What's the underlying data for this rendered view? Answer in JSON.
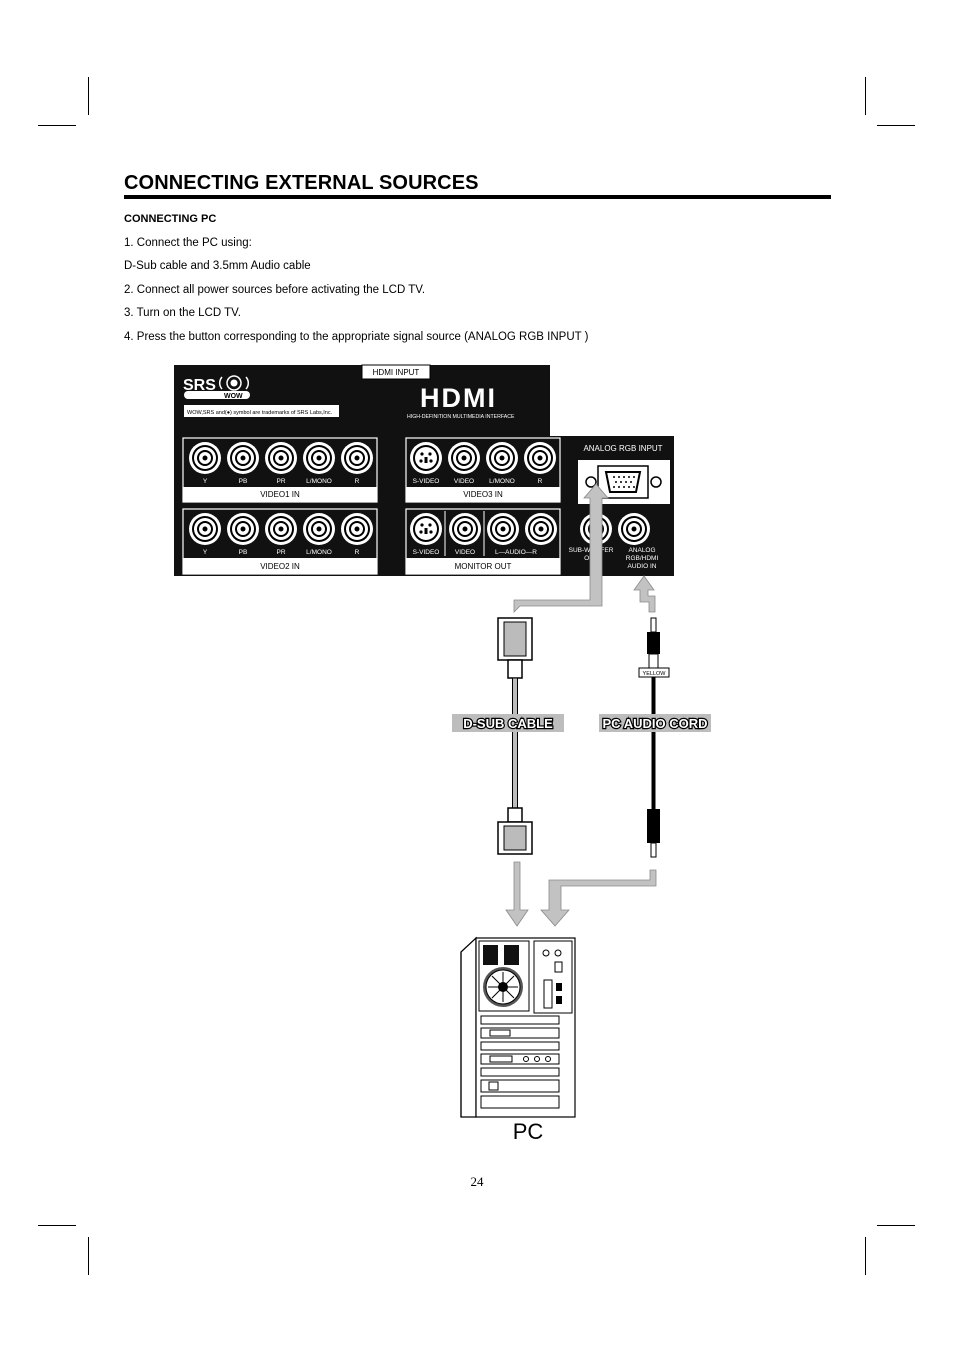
{
  "document": {
    "title": "CONNECTING EXTERNAL SOURCES",
    "section": "CONNECTING PC",
    "steps": [
      "1. Connect the PC using:",
      "D-Sub cable and 3.5mm Audio cable",
      "2. Connect all power sources before activating the LCD TV.",
      "3. Turn on the LCD TV.",
      "4. Press the button corresponding to the appropriate signal source (ANALOG RGB INPUT )"
    ],
    "page_number": "24"
  },
  "diagram": {
    "hdmi_input_label": "HDMI  INPUT",
    "hdmi_logo": "HDMI",
    "hdmi_tagline": "HIGH-DEFINITION MULTIMEDIA INTERFACE",
    "srs_logo": "SRS",
    "srs_wow": "WOW",
    "srs_trademark": "WOW,SRS and(●) symbol are trademarks of SRS Labs,Inc.",
    "video1": {
      "name": "VIDEO1 IN",
      "jacks": [
        "Y",
        "PB",
        "PR",
        "L/MONO",
        "R"
      ]
    },
    "video2": {
      "name": "VIDEO2 IN",
      "jacks": [
        "Y",
        "PB",
        "PR",
        "L/MONO",
        "R"
      ]
    },
    "video3": {
      "name": "VIDEO3 IN",
      "jacks": [
        "S-VIDEO",
        "VIDEO",
        "L/MONO",
        "R"
      ]
    },
    "monitor_out": {
      "name": "MONITOR  OUT",
      "jacks": [
        "S-VIDEO",
        "VIDEO",
        "L—AUDIO—R"
      ]
    },
    "analog_rgb_input": "ANALOG  RGB  INPUT",
    "subwoofer_out": [
      "SUB-WOOFER",
      "OUT"
    ],
    "analog_audio_in": [
      "ANALOG",
      "RGB/HDMI",
      "AUDIO  IN"
    ],
    "dsub_cable_label": "D-SUB CABLE",
    "pc_audio_cord_label": "PC AUDIO CORD",
    "yellow_label": "YELLOW",
    "pc_label": "PC"
  }
}
